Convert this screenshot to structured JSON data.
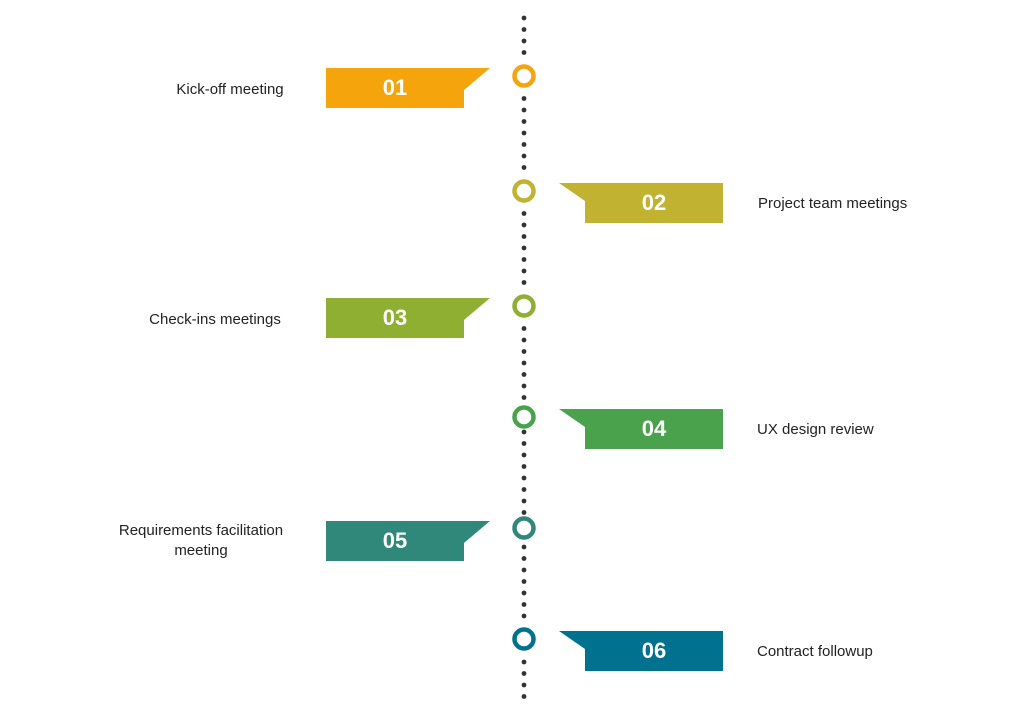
{
  "steps": [
    {
      "number": "01",
      "label": "Kick-off meeting",
      "color": "#F5A40B"
    },
    {
      "number": "02",
      "label": "Project team meetings",
      "color": "#C2B231"
    },
    {
      "number": "03",
      "label": "Check-ins meetings",
      "color": "#8FAF33"
    },
    {
      "number": "04",
      "label": "UX design review",
      "color": "#4AA24D"
    },
    {
      "number": "05",
      "label": "Requirements facilitation meeting",
      "color": "#30887A"
    },
    {
      "number": "06",
      "label": "Contract followup",
      "color": "#00718E"
    }
  ],
  "line_color": "#333333"
}
